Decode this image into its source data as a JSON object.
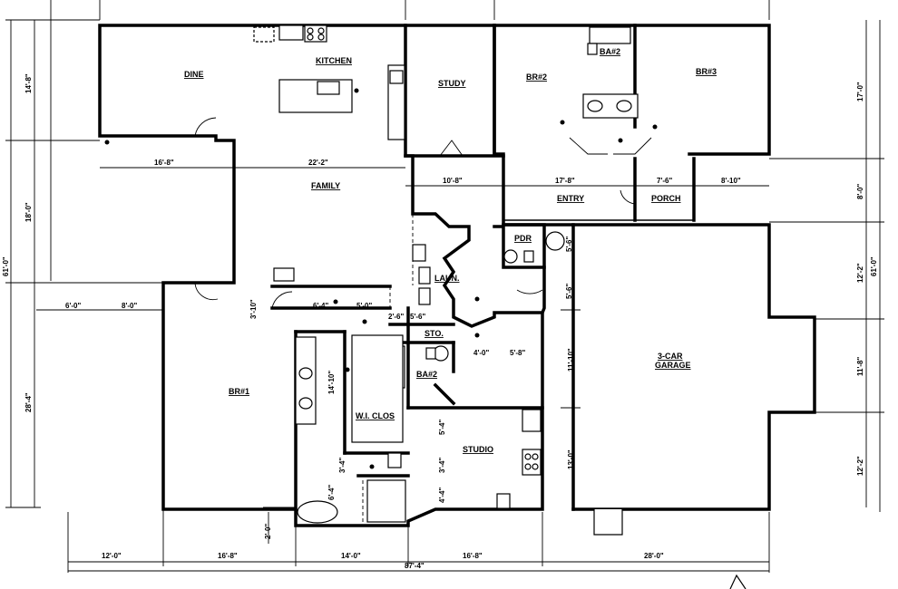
{
  "rooms": {
    "dine": "DINE",
    "kitchen": "KITCHEN",
    "family": "FAMILY",
    "study": "STUDY",
    "br2": "BR#2",
    "br3": "BR#3",
    "bath2_top": "BA#2",
    "entry": "ENTRY",
    "porch": "PORCH",
    "pdr": "PDR",
    "laun": "LAUN.",
    "sto": "STO.",
    "bath2_mid": "BA#2",
    "br1": "BR#1",
    "wi_clos": "W.I. CLOS",
    "studio": "STUDIO",
    "garage_l1": "3-CAR",
    "garage_l2": "GARAGE"
  },
  "dims": {
    "d_16_8_a": "16'-8\"",
    "d_22_2": "22'-2\"",
    "d_10_8": "10'-8\"",
    "d_17_8": "17'-8\"",
    "d_7_6": "7'-6\"",
    "d_8_10": "8'-10\"",
    "d_6_0": "6'-0\"",
    "d_8_0_h": "8'-0\"",
    "d_3_10": "3'-10\"",
    "d_6_4": "6'-4\"",
    "d_5_0": "5'-0\"",
    "d_2_6": "2'-6\"",
    "d_5_6": "5'-6\"",
    "d_4_0": "4'-0\"",
    "d_5_8": "5'-8\"",
    "d_14_10": "14'-10\"",
    "d_5_4": "5'-4\"",
    "d_3_4a": "3'-4\"",
    "d_3_4b": "3'-4\"",
    "d_4_4": "4'-4\"",
    "d_6_4v": "6'-4\"",
    "d_2_0": "2'-0\"",
    "d_14_8": "14'-8\"",
    "d_18_0": "18'-0\"",
    "d_28_4": "28'-4\"",
    "d_61_0_l": "61'-0\"",
    "d_17_0": "17'-0\"",
    "d_8_0_r": "8'-0\"",
    "d_12_2_a": "12'-2\"",
    "d_61_0_r": "61'-0\"",
    "d_11_8": "11'-8\"",
    "d_12_2_b": "12'-2\"",
    "d_5_6_g": "5'-6\"",
    "d_5_6_g2": "5'-6\"",
    "d_11_10": "11'-10\"",
    "d_13_0": "13'-0\"",
    "b_12_0": "12'-0\"",
    "b_16_8": "16'-8\"",
    "b_14_0": "14'-0\"",
    "b_16_8b": "16'-8\"",
    "b_28_0": "28'-0\"",
    "b_87_4": "87'-4\""
  }
}
